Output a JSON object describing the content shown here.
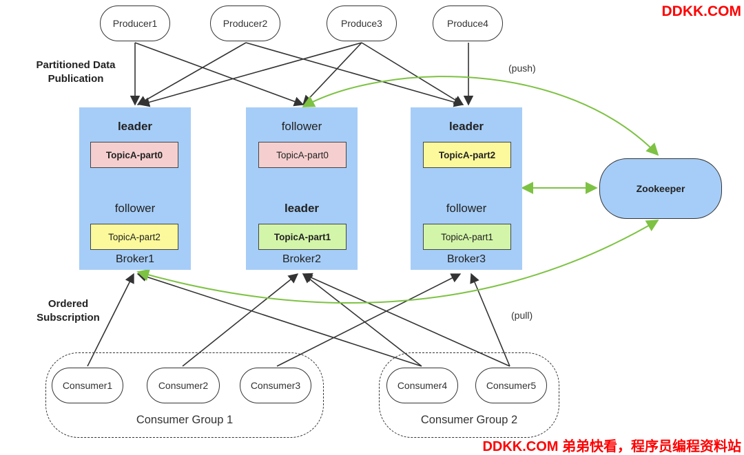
{
  "producers": [
    "Producer1",
    "Producer2",
    "Produce3",
    "Produce4"
  ],
  "labels": {
    "partitioned_line1": "Partitioned Data",
    "partitioned_line2": "Publication",
    "ordered_line1": "Ordered",
    "ordered_line2": "Subscription",
    "push": "(push)",
    "pull": "(pull)"
  },
  "brokers": [
    {
      "name": "Broker1",
      "top_role": "leader",
      "top_partition": "TopicA-part0",
      "bottom_role": "follower",
      "bottom_partition": "TopicA-part2"
    },
    {
      "name": "Broker2",
      "top_role": "follower",
      "top_partition": "TopicA-part0",
      "bottom_role": "leader",
      "bottom_partition": "TopicA-part1"
    },
    {
      "name": "Broker3",
      "top_role": "leader",
      "top_partition": "TopicA-part2",
      "bottom_role": "follower",
      "bottom_partition": "TopicA-part1"
    }
  ],
  "zookeeper": "Zookeeper",
  "consumers": [
    "Consumer1",
    "Consumer2",
    "Consumer3",
    "Consumer4",
    "Consumer5"
  ],
  "groups": [
    "Consumer Group 1",
    "Consumer Group 2"
  ],
  "watermark": {
    "top": "DDKK.COM",
    "bottom": "DDKK.COM 弟弟快看，程序员编程资料站"
  },
  "colors": {
    "broker_fill": "#a6cdf7",
    "part_pink": "#f5cfcf",
    "part_yellow": "#fbf99b",
    "part_green": "#d3f5a9",
    "zk_arrows": "#7dc243",
    "arrows": "#333333",
    "watermark": "#ff0000"
  }
}
